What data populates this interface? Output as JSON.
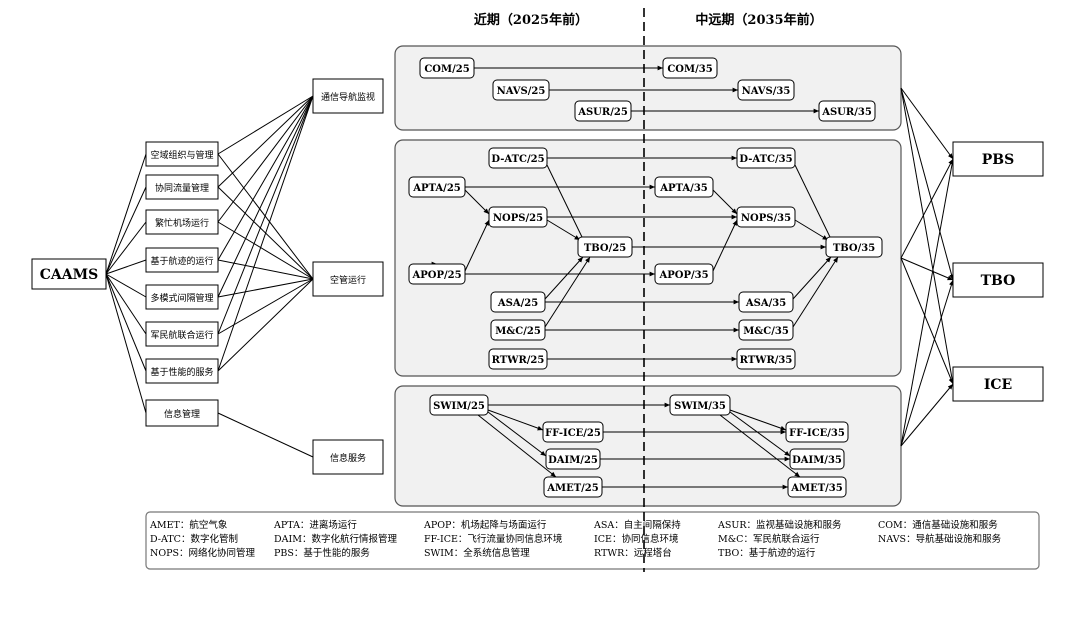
{
  "header": {
    "near_term": "近期（2025年前）",
    "mid_long_term": "中远期（2035年前）"
  },
  "root": "CAAMS",
  "categories": [
    "空域组织与管理",
    "协同流量管理",
    "繁忙机场运行",
    "基于航迹的运行",
    "多模式间隔管理",
    "军民航联合运行",
    "基于性能的服务",
    "信息管理"
  ],
  "domains": [
    "通信导航监视",
    "空管运行",
    "信息服务"
  ],
  "cns": [
    "COM/25",
    "NAVS/25",
    "ASUR/25",
    "COM/35",
    "NAVS/35",
    "ASUR/35"
  ],
  "atm": [
    "D-ATC/25",
    "APTA/25",
    "NOPS/25",
    "APOP/25",
    "ASA/25",
    "M&C/25",
    "RTWR/25",
    "TBO/25",
    "D-ATC/35",
    "APTA/35",
    "NOPS/35",
    "APOP/35",
    "ASA/35",
    "M&C/35",
    "RTWR/35",
    "TBO/35"
  ],
  "info": [
    "SWIM/25",
    "FF-ICE/25",
    "DAIM/25",
    "AMET/25",
    "SWIM/35",
    "FF-ICE/35",
    "DAIM/35",
    "AMET/35"
  ],
  "goals": [
    "PBS",
    "TBO",
    "ICE"
  ],
  "legend": [
    [
      "AMET：航空气象",
      "D-ATC：数字化管制",
      "NOPS：网络化协同管理"
    ],
    [
      "APTA：进离场运行",
      "DAIM：数字化航行情报管理",
      "PBS：基于性能的服务"
    ],
    [
      "APOP：机场起降与场面运行",
      "FF-ICE：飞行流量协同信息环境",
      "SWIM：全系统信息管理"
    ],
    [
      "ASA：自主间隔保持",
      "ICE：协同信息环境",
      "RTWR：远程塔台"
    ],
    [
      "ASUR：监视基础设施和服务",
      "M&C：军民航联合运行",
      "TBO：基于航迹的运行"
    ],
    [
      "COM：通信基础设施和服务",
      "NAVS：导航基础设施和服务",
      ""
    ]
  ],
  "colors": {
    "group_fill": "#f1f1f1",
    "line": "#000000"
  }
}
